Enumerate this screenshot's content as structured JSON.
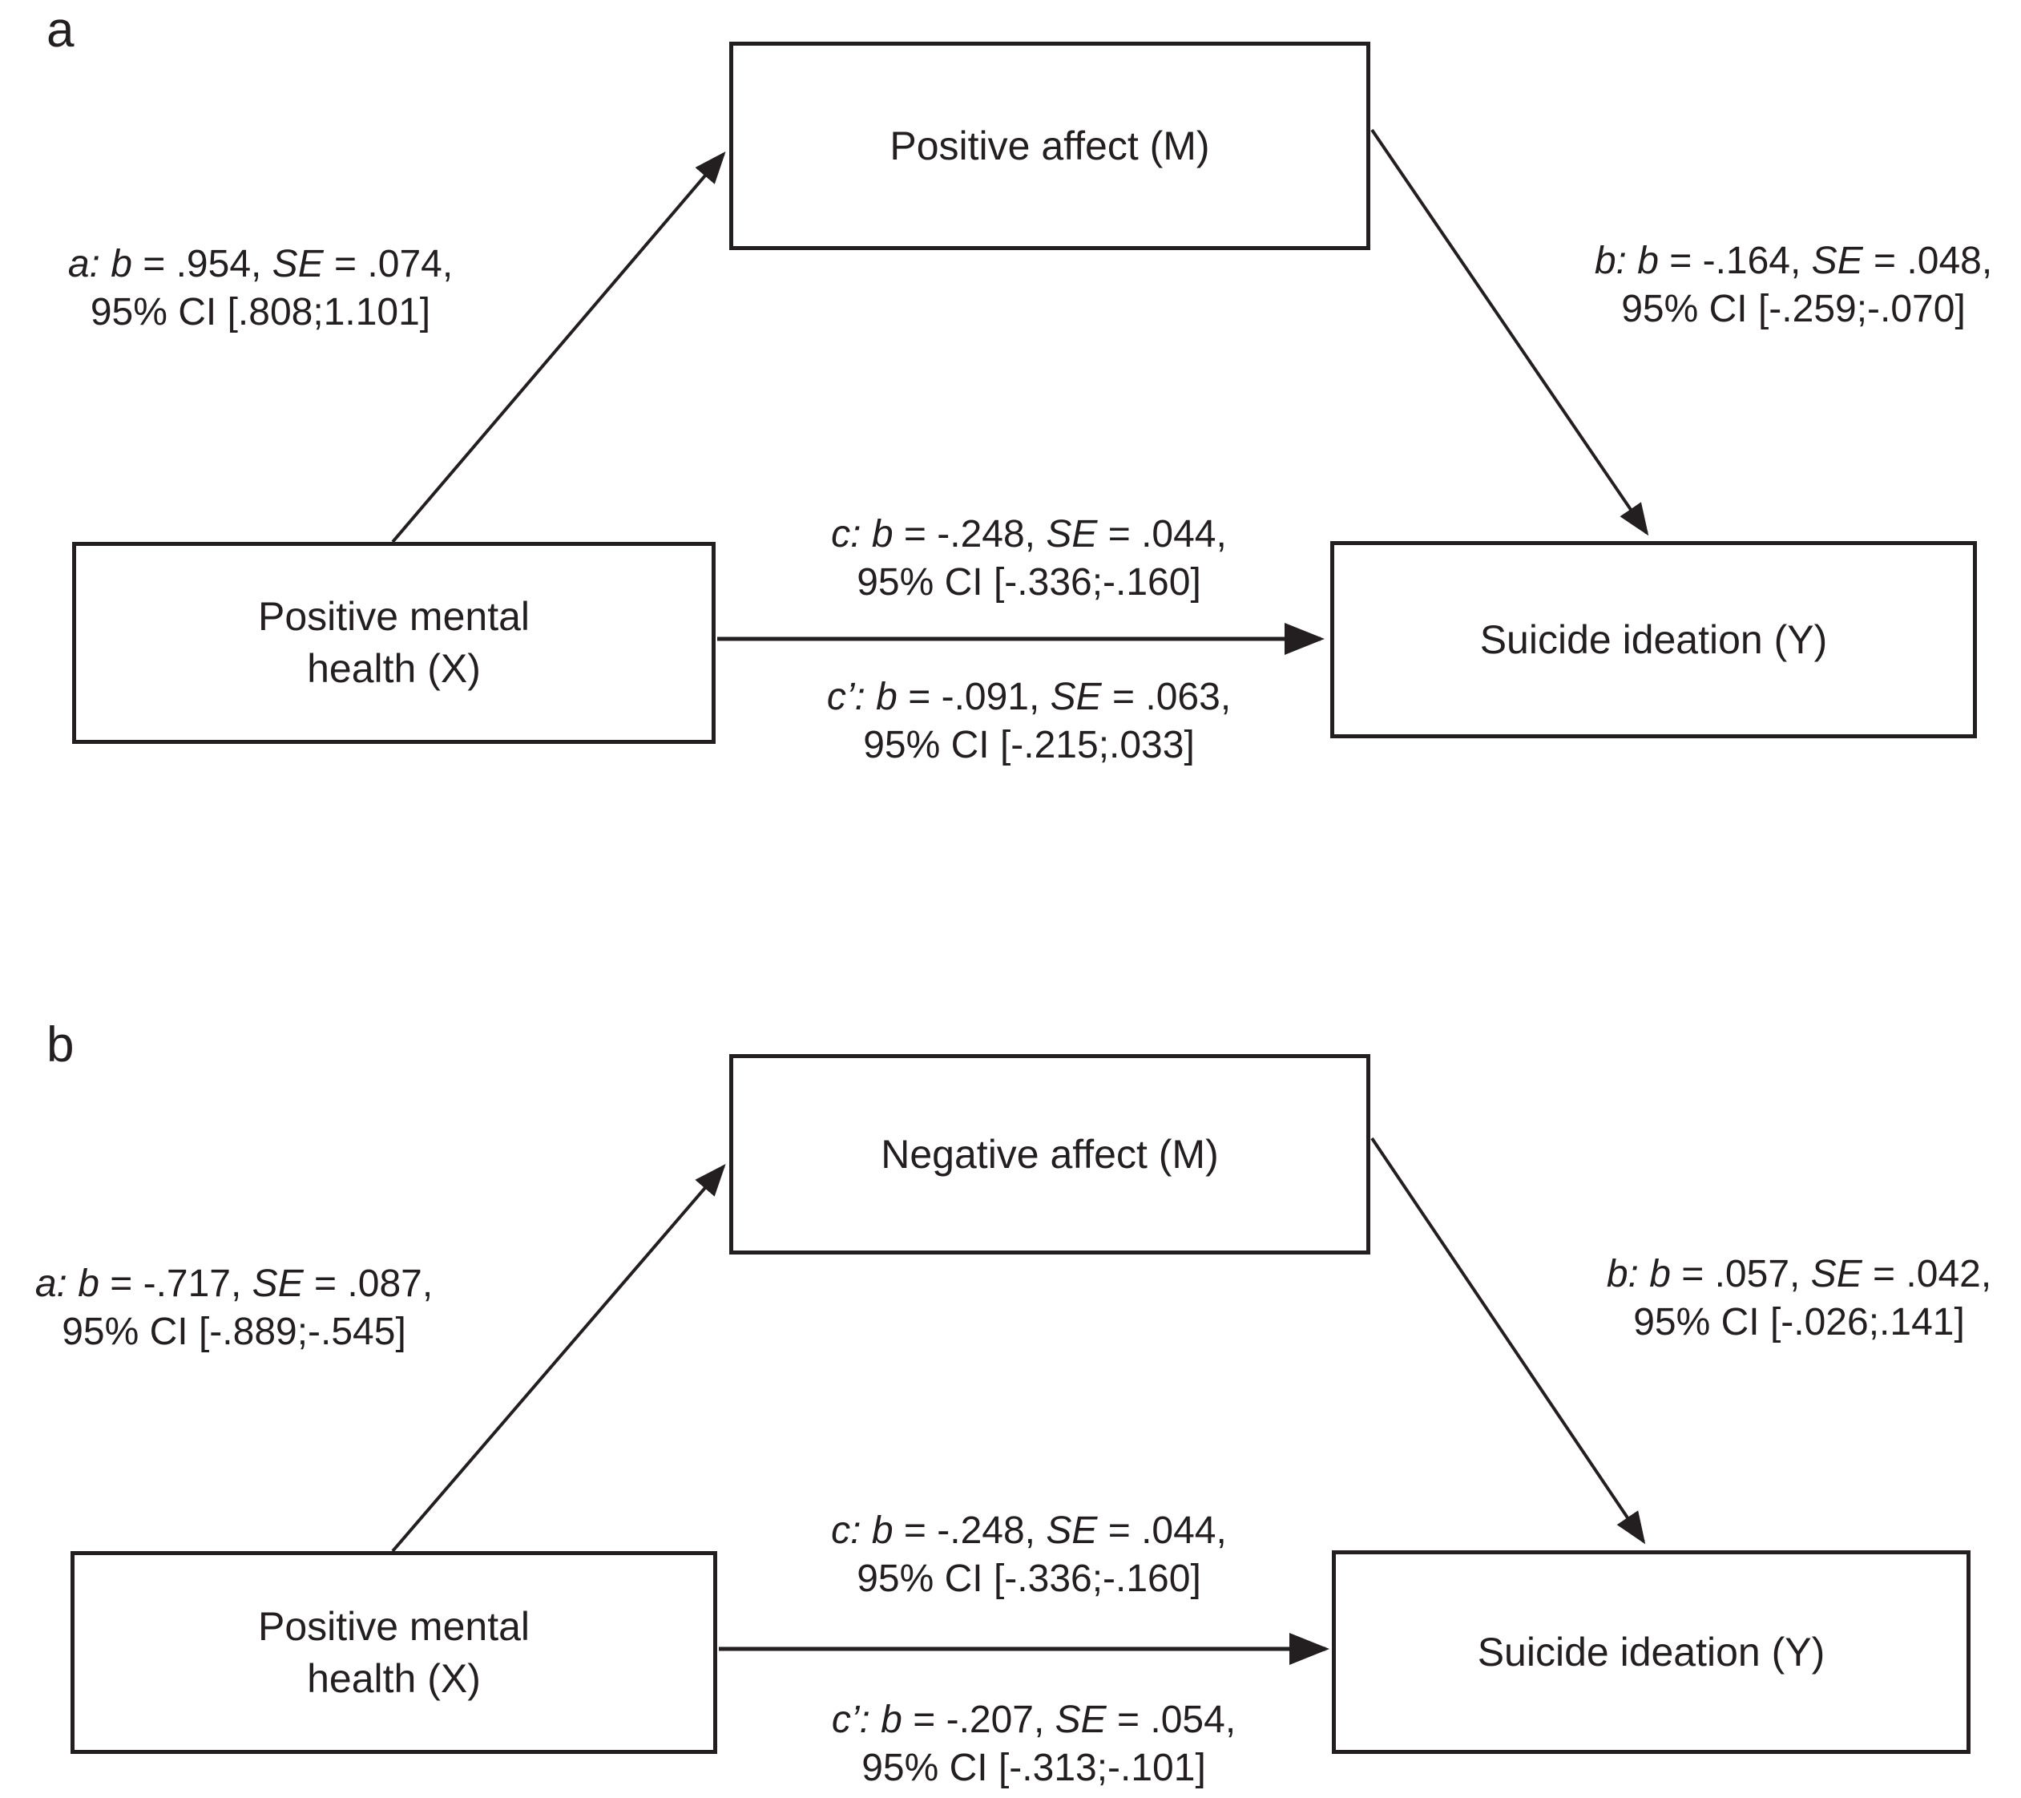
{
  "figure": {
    "background": "#ffffff",
    "ink_color": "#231f20"
  },
  "panels": [
    {
      "label": "a",
      "mediator": "Positive affect (M)",
      "predictor": "Positive mental health (X)",
      "outcome": "Suicide ideation (Y)",
      "path_a": {
        "coef": "a: b",
        "value": " = .954, ",
        "se": "SE",
        "se_value": " = .074,",
        "ci": "95% CI [.808;1.101]"
      },
      "path_b": {
        "coef": "b: b",
        "value": " = -.164, ",
        "se": "SE",
        "se_value": " = .048,",
        "ci": "95% CI [-.259;-.070]"
      },
      "path_c": {
        "coef": "c: b",
        "value": " = -.248, ",
        "se": "SE",
        "se_value": " = .044,",
        "ci": "95% CI [-.336;-.160]"
      },
      "path_c_prime": {
        "coef": "c’: b",
        "value": " = -.091, ",
        "se": "SE",
        "se_value": " = .063,",
        "ci": "95% CI [-.215;.033]"
      }
    },
    {
      "label": "b",
      "mediator": "Negative affect (M)",
      "predictor": "Positive mental health (X)",
      "outcome": "Suicide ideation (Y)",
      "path_a": {
        "coef": "a: b",
        "value": " = -.717, ",
        "se": "SE",
        "se_value": " = .087,",
        "ci": "95% CI [-.889;-.545]"
      },
      "path_b": {
        "coef": "b: b",
        "value": " = .057, ",
        "se": "SE",
        "se_value": " = .042,",
        "ci": "95% CI [-.026;.141]"
      },
      "path_c": {
        "coef": "c: b",
        "value": " = -.248, ",
        "se": "SE",
        "se_value": " = .044,",
        "ci": "95% CI [-.336;-.160]"
      },
      "path_c_prime": {
        "coef": "c’: b",
        "value": " = -.207, ",
        "se": "SE",
        "se_value": " = .054,",
        "ci": "95% CI [-.313;-.101]"
      }
    }
  ]
}
